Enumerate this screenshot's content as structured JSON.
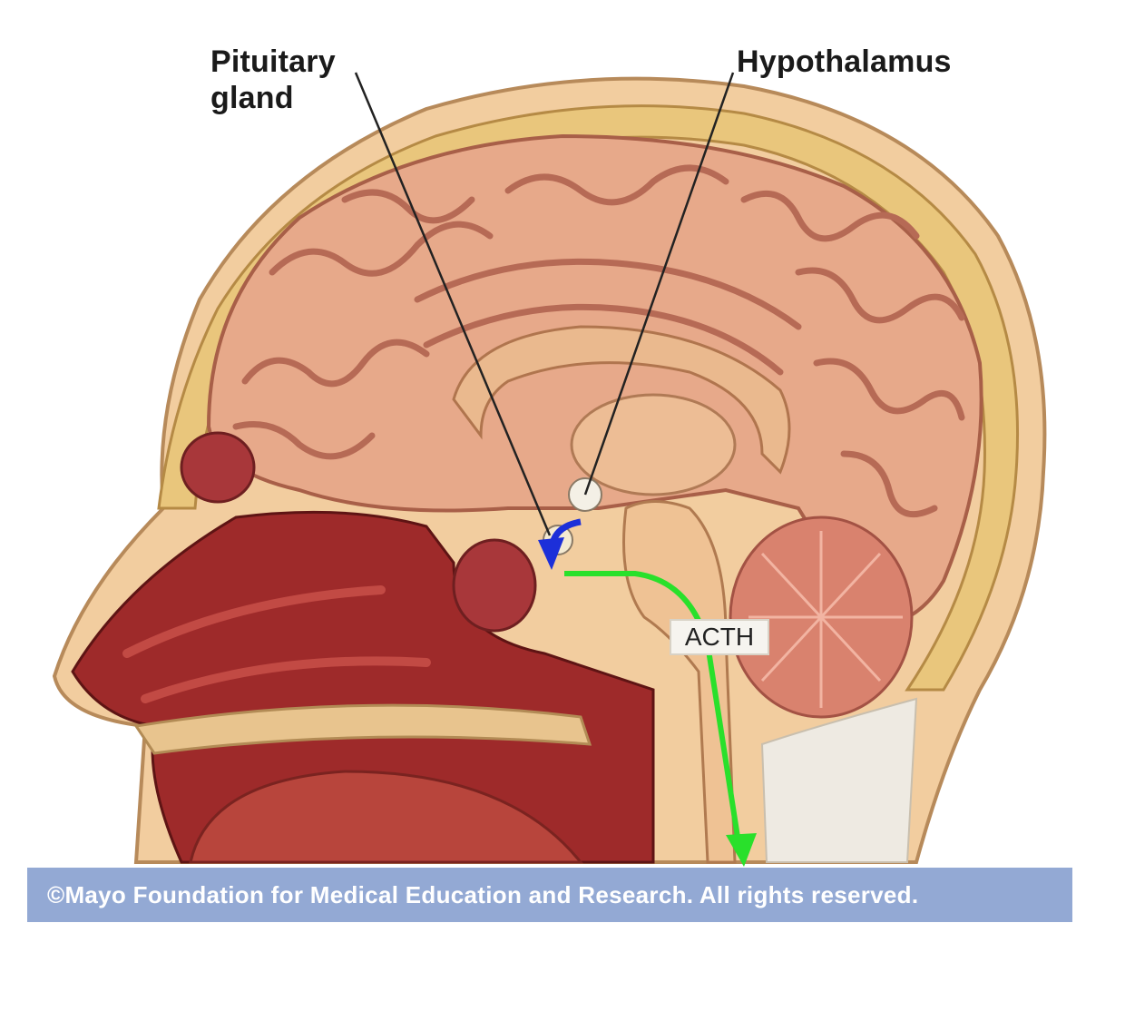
{
  "labels": {
    "pituitary": "Pituitary gland",
    "hypothalamus": "Hypothalamus",
    "hormone": "ACTH"
  },
  "footer": {
    "copyright": "©Mayo Foundation for Medical Education and Research.  All rights reserved."
  },
  "colors": {
    "skin": "#f0c89a",
    "skull": "#e8c87a",
    "brain": "#e6a888",
    "gyri_line": "#b66a55",
    "cerebellum": "#d9826e",
    "nasal_cavity": "#9e2a2a",
    "pituitary_arrow": "#1c2fd9",
    "acth_arrow": "#29e02b",
    "footer_bar": "#93a9d4"
  }
}
